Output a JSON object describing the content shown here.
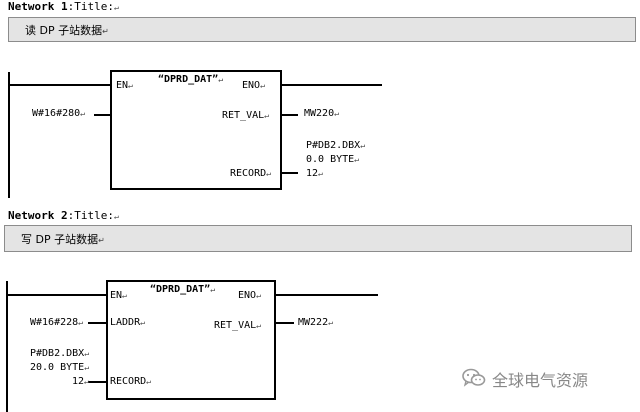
{
  "network1": {
    "title_prefix": "Network 1",
    "title_suffix": ":Title:",
    "comment": "读 DP 子站数据",
    "block_name": "“DPRD_DAT”",
    "pin_en": "EN",
    "pin_eno": "ENO",
    "in_laddr_value": "W#16#280",
    "pin_ret_val": "RET_VAL",
    "out_ret_val_value": "MW220",
    "pin_record": "RECORD",
    "record_line1": "P#DB2.DBX",
    "record_line2": "0.0   BYTE",
    "record_line3": "12"
  },
  "network2": {
    "title_prefix": "Network 2",
    "title_suffix": ":Title:",
    "comment": "写 DP 子站数据",
    "block_name": "“DPRD_DAT”",
    "pin_en": "EN",
    "pin_eno": "ENO",
    "pin_laddr": "LADDR",
    "in_laddr_value": "W#16#228",
    "pin_ret_val": "RET_VAL",
    "out_ret_val_value": "MW222",
    "pin_record": "RECORD",
    "record_line1": "P#DB2.DBX",
    "record_line2": "20.0  BYTE",
    "record_line3": "12"
  },
  "watermark": {
    "text": "全球电气资源",
    "icon": "wechat-icon"
  },
  "colors": {
    "comment_bg": "#e4e4e4",
    "comment_border": "#8c8c8c",
    "watermark": "#888888"
  }
}
